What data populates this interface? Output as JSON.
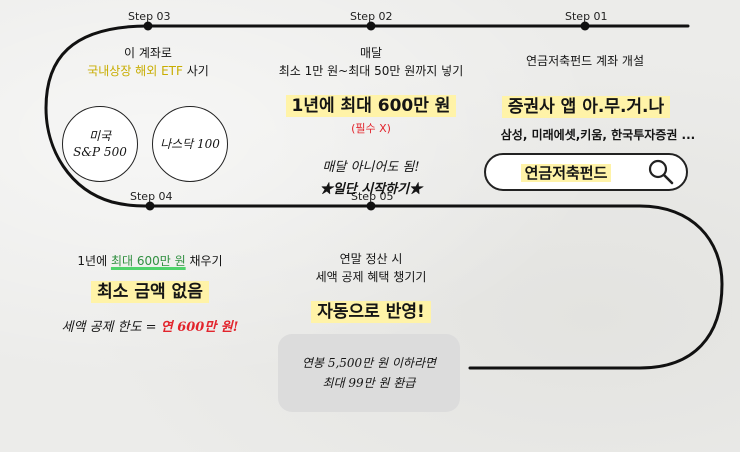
{
  "steps": {
    "step01": {
      "label": "Step 01",
      "title": "연금저축펀드 계좌 개설",
      "headline": "증권사 앱 아.무.거.나",
      "brokers": "삼성, 미래에셋,키움, 한국투자증권 ...",
      "search_text": "연금저축펀드",
      "search_icon": "magnifier"
    },
    "step02": {
      "label": "Step 02",
      "line1": "매달",
      "line2": "최소 1만 원~최대 50만 원까지 넣기",
      "headline": "1년에 최대 600만 원",
      "note": "(필수 X)",
      "hand1": "매달 아니어도 됨!",
      "hand2": "★일단 시작하기★"
    },
    "step03": {
      "label": "Step 03",
      "line1": "이 계좌로",
      "line2": "국내상장 해외 ETF",
      "line2_suffix": " 사기",
      "circle1_line1": "미국",
      "circle1_line2": "S&P 500",
      "circle2": "나스닥 100"
    },
    "step04": {
      "label": "Step 04",
      "line1_prefix": "1년에 ",
      "line1_highlight": "최대 600만 원",
      "line1_suffix": " 채우기",
      "headline": "최소 금액 없음",
      "hand_prefix": "세액 공제 한도 = ",
      "hand_red": "연 600만 원!"
    },
    "step05": {
      "label": "Step 05",
      "line1": "연말 정산 시",
      "line2": "세액 공제 혜택 챙기기",
      "headline": "자동으로 반영!",
      "refund_line1": "연봉 5,500만 원 이하라면",
      "refund_line2": "최대 99만 원 환급"
    }
  },
  "colors": {
    "highlight_yellow": "#fff3a8",
    "accent_red": "#e2242c",
    "accent_green": "#4fd36b",
    "road": "#111111"
  }
}
